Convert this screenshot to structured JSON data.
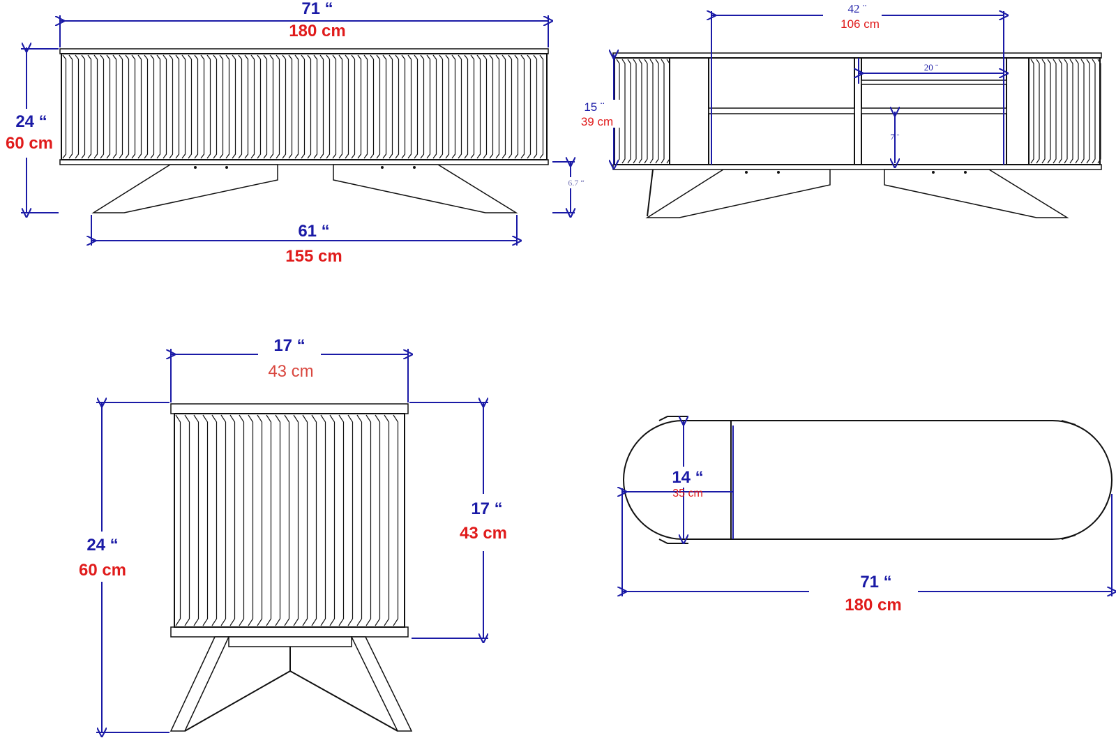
{
  "colors": {
    "inch": "#1a1aa6",
    "cm": "#e01b1b",
    "line": "#111111"
  },
  "front": {
    "width_in": "71 “",
    "width_cm": "180 cm",
    "height_in": "24 “",
    "height_cm": "60 cm",
    "leg_span_in": "61 “",
    "leg_span_cm": "155 cm",
    "leg_height_in": "6.7 “"
  },
  "back": {
    "opening_in": "42 ¨",
    "opening_cm": "106 cm",
    "shelf_in": "20 ¨",
    "height_in": "15 ¨",
    "height_cm": "39 cm",
    "gap_in": "7 ¨"
  },
  "side": {
    "width_in": "17 “",
    "width_cm": "43 cm",
    "height_in": "24 “",
    "height_cm": "60 cm",
    "body_in": "17 “",
    "body_cm": "43 cm"
  },
  "top": {
    "depth_in": "14 “",
    "depth_cm": "35 cm",
    "length_in": "71 “",
    "length_cm": "180 cm"
  }
}
